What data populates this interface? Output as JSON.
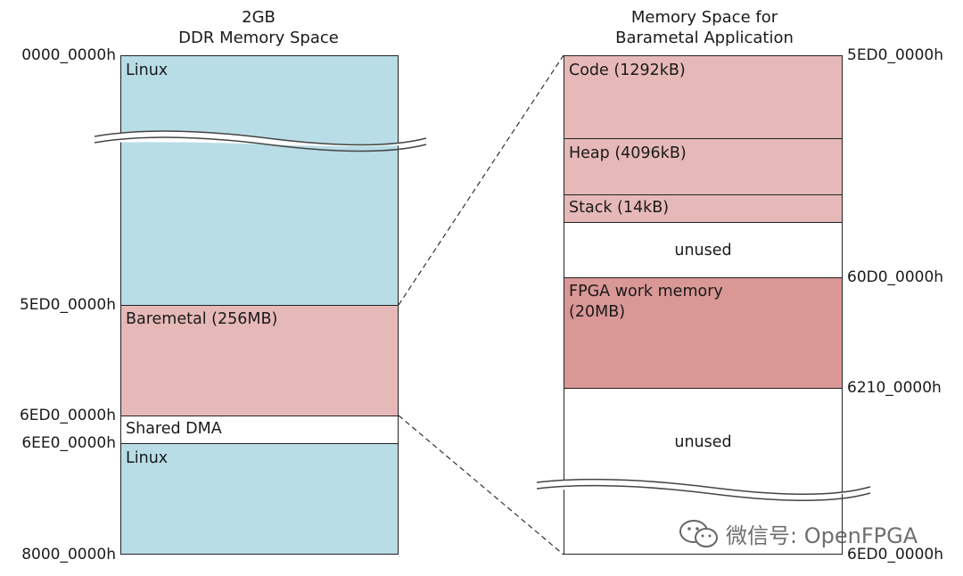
{
  "left": {
    "title_line1": "2GB",
    "title_line2": "DDR Memory Space",
    "regions": {
      "linux_top": "Linux",
      "baremetal": "Baremetal (256MB)",
      "shared_dma": "Shared DMA",
      "linux_bottom": "Linux"
    },
    "addresses": [
      "0000_0000h",
      "5ED0_0000h",
      "6ED0_0000h",
      "6EE0_0000h",
      "8000_0000h"
    ]
  },
  "right": {
    "title_line1": "Memory Space for",
    "title_line2": "Barametal Application",
    "regions": {
      "code": "Code (1292kB)",
      "heap": "Heap (4096kB)",
      "stack": "Stack (14kB)",
      "unused1": "unused",
      "fpga_line1": "FPGA work memory",
      "fpga_line2": "(20MB)",
      "unused2": "unused"
    },
    "addresses": [
      "5ED0_0000h",
      "60D0_0000h",
      "6210_0000h",
      "6ED0_0000h"
    ]
  },
  "watermark": "微信号: OpenFPGA",
  "colors": {
    "linux": "#b8dde7",
    "baremetal": "#e6b9b8",
    "fpga": "#d99795",
    "white": "#ffffff",
    "border": "#222222"
  }
}
